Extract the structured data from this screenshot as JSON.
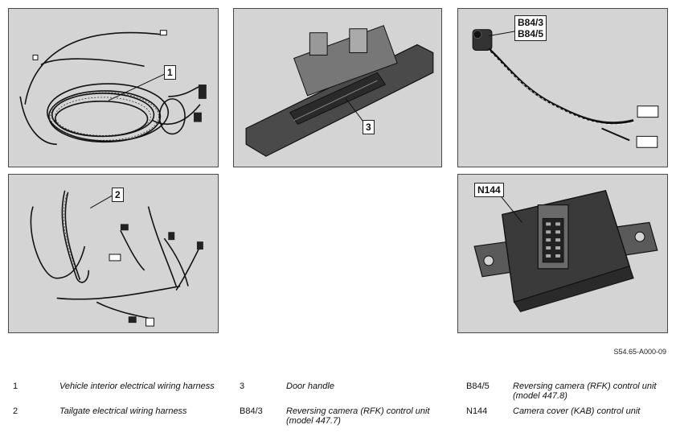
{
  "callouts": {
    "p1": "1",
    "p2": "2",
    "p3": "3",
    "p4": "B84/3\nB84/5",
    "p5": "N144"
  },
  "reference": "S54.65-A000-09",
  "legend": [
    {
      "code": "1",
      "text": "Vehicle interior electrical wiring harness"
    },
    {
      "code": "2",
      "text": "Tailgate electrical wiring harness"
    },
    {
      "code": "3",
      "text": "Door handle"
    },
    {
      "code": "B84/3",
      "text": "Reversing camera (RFK) control unit\n(model 447.7)"
    },
    {
      "code": "B84/5",
      "text": "Reversing camera (RFK) control unit\n(model 447.8)"
    },
    {
      "code": "N144",
      "text": "Camera cover (KAB) control unit"
    }
  ]
}
